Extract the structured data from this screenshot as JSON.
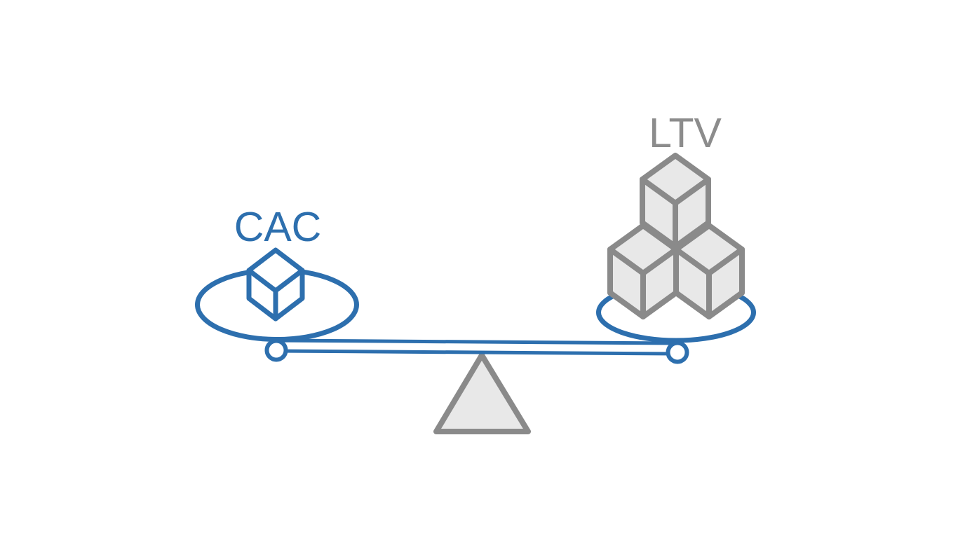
{
  "diagram": {
    "type": "balance-scale",
    "description_visible_text_only": true,
    "scale": {
      "left_pan": {
        "label": "CAC",
        "cube_count": 1,
        "cube_style": "outlined-blue-wireframe"
      },
      "right_pan": {
        "label": "LTV",
        "cube_count": 3,
        "cube_style": "filled-gray-stack-pyramid"
      },
      "beam_state": "nearly-level-slight-tilt-right"
    }
  },
  "colors": {
    "accent_blue": "#2d6fae",
    "stroke_gray": "#8a8a8a",
    "fill_gray": "#e8e8e8",
    "label_gray": "#8c8c8c",
    "background": "#ffffff"
  }
}
